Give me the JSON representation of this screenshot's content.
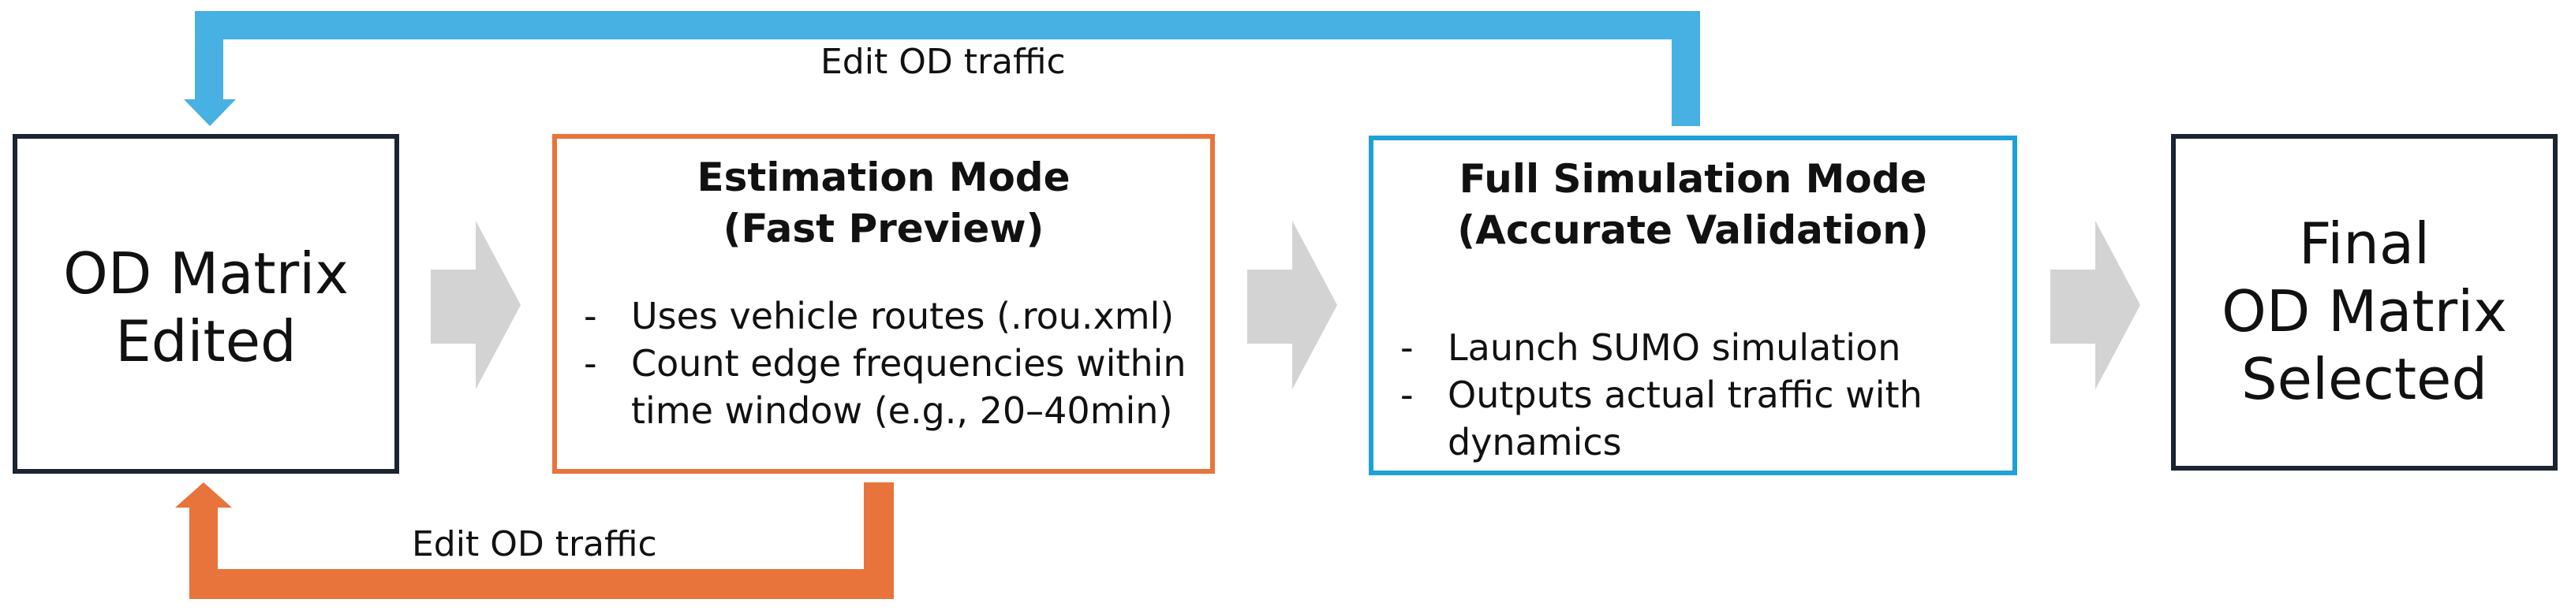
{
  "colors": {
    "dark": "#1b2431",
    "orange": "#e8743b",
    "blue": "#1ea0d8",
    "blue_arrow": "#47b1e3",
    "gray_arrow": "#d3d3d3"
  },
  "od_matrix_edited": {
    "line1": "OD Matrix",
    "line2": "Edited"
  },
  "estimation_mode": {
    "title_line1": "Estimation Mode",
    "title_line2": "(Fast Preview)",
    "bullets": [
      "Uses vehicle routes (.rou.xml)",
      "Count edge frequencies within time window (e.g., 20–40min)"
    ]
  },
  "full_simulation_mode": {
    "title_line1": "Full Simulation Mode",
    "title_line2": "(Accurate Validation)",
    "bullets": [
      "Launch SUMO simulation",
      "Outputs actual traffic with dynamics"
    ]
  },
  "final_od_matrix": {
    "line1": "Final",
    "line2": "OD Matrix",
    "line3": "Selected"
  },
  "feedback_top": {
    "label": "Edit OD traffic"
  },
  "feedback_bottom": {
    "label": "Edit OD traffic"
  }
}
